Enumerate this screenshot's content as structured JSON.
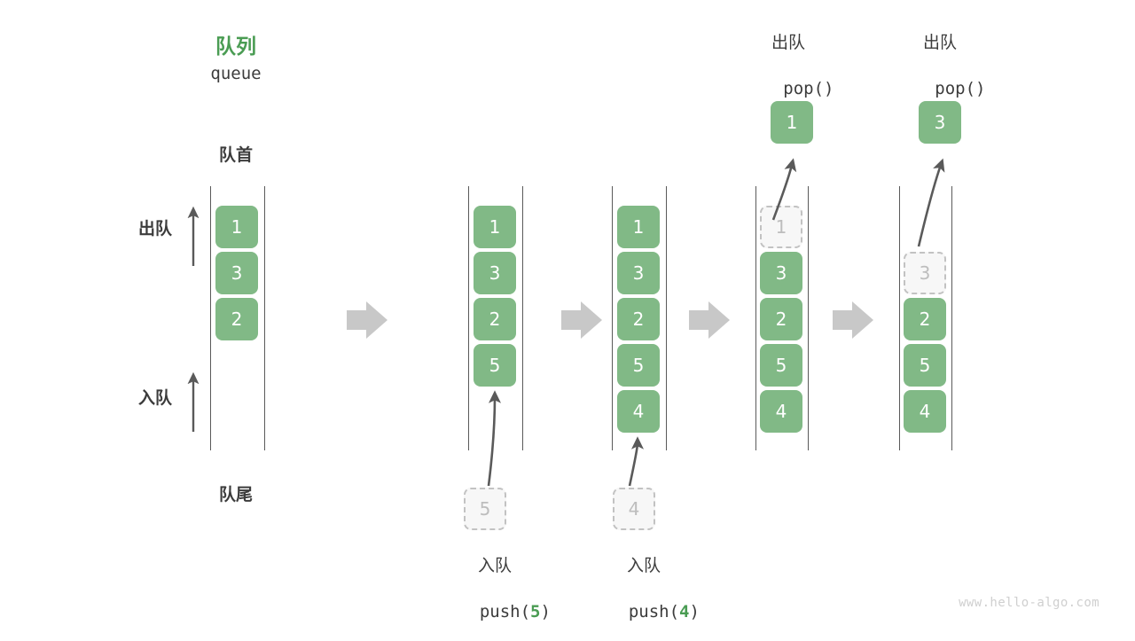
{
  "diagram": {
    "title_cn": "队列",
    "title_en": "queue",
    "head_label": "队首",
    "tail_label": "队尾",
    "dequeue_label": "出队",
    "enqueue_label": "入队",
    "watermark": "www.hello-algo.com",
    "accent_green": "#4a9c53",
    "cell_green": "#81b986",
    "ghost_gray": "#bdbdbd",
    "arrow_gray": "#5a5a5a",
    "step_arrow_gray": "#c8c8c8"
  },
  "steps": [
    {
      "id": "initial",
      "cells": [
        "1",
        "3",
        "2"
      ],
      "ghost_top": null,
      "ghost_bottom": null,
      "popped": null,
      "op_cn": null,
      "op_code": null,
      "op_arg": null
    },
    {
      "id": "push-5",
      "cells": [
        "1",
        "3",
        "2",
        "5"
      ],
      "ghost_top": null,
      "ghost_bottom": "5",
      "popped": null,
      "op_cn": "入队",
      "op_code_prefix": "push(",
      "op_arg": "5",
      "op_code_suffix": ")"
    },
    {
      "id": "push-4",
      "cells": [
        "1",
        "3",
        "2",
        "5",
        "4"
      ],
      "ghost_top": null,
      "ghost_bottom": "4",
      "popped": null,
      "op_cn": "入队",
      "op_code_prefix": "push(",
      "op_arg": "4",
      "op_code_suffix": ")"
    },
    {
      "id": "pop-1",
      "cells": [
        "3",
        "2",
        "5",
        "4"
      ],
      "ghost_top": "1",
      "ghost_bottom": null,
      "popped": "1",
      "op_cn": "出队",
      "op_code_prefix": "pop(",
      "op_arg": "",
      "op_code_suffix": ")"
    },
    {
      "id": "pop-3",
      "cells": [
        "2",
        "5",
        "4"
      ],
      "ghost_top": "3",
      "ghost_bottom": null,
      "popped": "3",
      "op_cn": "出队",
      "op_code_prefix": "pop(",
      "op_arg": "",
      "op_code_suffix": ")"
    }
  ]
}
